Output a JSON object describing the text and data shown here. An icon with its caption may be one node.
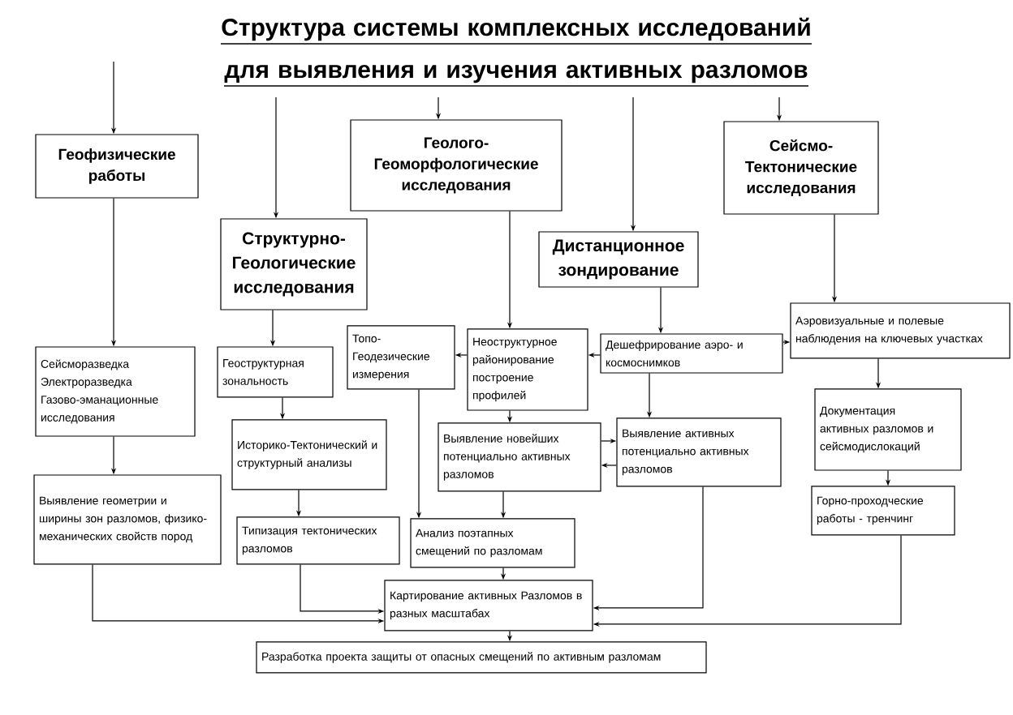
{
  "diagram": {
    "title": "Структура системы комплексных исследований для выявления и изучения активных разломов",
    "nodes": [
      {
        "text": [
          "Геофизические работы"
        ]
      },
      {
        "text": [
          "Геолого-Геоморфологические исследования"
        ]
      },
      {
        "text": [
          "Сейсмо-Тектонические исследования"
        ]
      },
      {
        "text": [
          "Структурно-Геологические исследования"
        ]
      },
      {
        "text": [
          "Дистанционное зондирование"
        ]
      },
      {
        "text": [
          "Сейсморазведка Электроразведка Газово-эманационные исследования"
        ]
      },
      {
        "text": [
          "Геоструктурная зональность"
        ]
      },
      {
        "text": [
          "Топо-Геодезические измерения"
        ]
      },
      {
        "text": [
          "Неоструктурное районирование построение профилей"
        ]
      },
      {
        "text": [
          "Дешефрирование аэро- и космоснимков"
        ]
      },
      {
        "text": [
          "Аэровизуальные и полевые наблюдения на ключевых участках"
        ]
      },
      {
        "text": [
          "Историко-Тектонический и структурный анализы"
        ]
      },
      {
        "text": [
          "Выявление новейших потенциально активных разломов"
        ]
      },
      {
        "text": [
          "Выявление активных потенциально активных разломов"
        ]
      },
      {
        "text": [
          "Документация активных разломов и сейсмодислокаций"
        ]
      },
      {
        "text": [
          "Выявление геометрии и ширины зон разломов, физико-механических свойств пород"
        ]
      },
      {
        "text": [
          "Типизация тектонических разломов"
        ]
      },
      {
        "text": [
          "Анализ поэтапных смещений по разломам"
        ]
      },
      {
        "text": [
          "Горно-проходческие работы - тренчинг"
        ]
      },
      {
        "text": [
          "Картирование активных Разломов в разных масштабах"
        ]
      },
      {
        "text": [
          "Разработка проекта защиты от опасных смещений по активным разломам"
        ]
      }
    ],
    "edges": [
      {
        "from": null,
        "to": 0,
        "arrow": "to"
      },
      {
        "from": null,
        "to": 3,
        "arrow": "to"
      },
      {
        "from": null,
        "to": 1,
        "arrow": "to"
      },
      {
        "from": null,
        "to": 4,
        "arrow": "to"
      },
      {
        "from": null,
        "to": 2,
        "arrow": "to"
      },
      {
        "from": 0,
        "to": 5,
        "arrow": "to"
      },
      {
        "from": 5,
        "to": 15,
        "arrow": "to"
      },
      {
        "from": 3,
        "to": 6,
        "arrow": "to"
      },
      {
        "from": 6,
        "to": 11,
        "arrow": "to"
      },
      {
        "from": 11,
        "to": 16,
        "arrow": "to"
      },
      {
        "from": 16,
        "to": 19,
        "arrow": "to"
      },
      {
        "from": 15,
        "to": 19,
        "arrow": "to"
      },
      {
        "from": 1,
        "to": 8,
        "arrow": "to"
      },
      {
        "from": 8,
        "to": 7,
        "arrow": "to"
      },
      {
        "from": 7,
        "to": 17,
        "arrow": "to"
      },
      {
        "from": 8,
        "to": 12,
        "arrow": "to"
      },
      {
        "from": 12,
        "to": 17,
        "arrow": "to"
      },
      {
        "from": 17,
        "to": 19,
        "arrow": "to"
      },
      {
        "from": 19,
        "to": 20,
        "arrow": "to"
      },
      {
        "from": 4,
        "to": 9,
        "arrow": "to"
      },
      {
        "from": 9,
        "to": 8,
        "arrow": "to"
      },
      {
        "from": 9,
        "to": 10,
        "arrow": "to"
      },
      {
        "from": 9,
        "to": 13,
        "arrow": "to"
      },
      {
        "from": 12,
        "to": 13,
        "arrow": "to"
      },
      {
        "from": 13,
        "to": 12,
        "arrow": "to"
      },
      {
        "from": 13,
        "to": 19,
        "arrow": "to"
      },
      {
        "from": 2,
        "to": 10,
        "arrow": "to"
      },
      {
        "from": 10,
        "to": 14,
        "arrow": "to"
      },
      {
        "from": 14,
        "to": 18,
        "arrow": "to"
      },
      {
        "from": 18,
        "to": 19,
        "arrow": "to"
      }
    ]
  }
}
